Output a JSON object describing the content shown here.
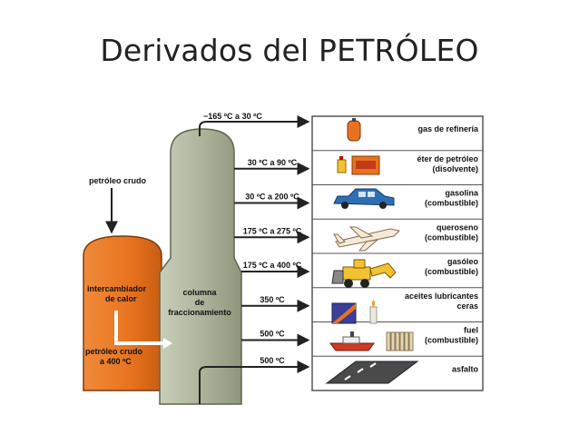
{
  "title": "Derivados del PETRÓLEO",
  "labels": {
    "crude_in": "petróleo crudo",
    "heat_exchanger": [
      "intercambiador",
      "de calor"
    ],
    "crude_out": [
      "petróleo crudo",
      "a 400 ºC"
    ],
    "column": [
      "columna",
      "de",
      "fraccionamiento"
    ]
  },
  "fractions": [
    {
      "temp": "−165 ºC a 30 ºC",
      "product": [
        "gas de refinería"
      ],
      "icon": "gas-cylinder-icon"
    },
    {
      "temp": "30 ºC a 90 ºC",
      "product": [
        "éter de petróleo",
        "(disolvente)"
      ],
      "icon": "solvent-cans-icon"
    },
    {
      "temp": "30 ºC a 200 ºC",
      "product": [
        "gasolina",
        "(combustible)"
      ],
      "icon": "car-icon"
    },
    {
      "temp": "175 ºC a 275 ºC",
      "product": [
        "queroseno",
        "(combustible)"
      ],
      "icon": "airplane-icon"
    },
    {
      "temp": "175 ºC a 400 ºC",
      "product": [
        "gasóleo",
        "(combustible)"
      ],
      "icon": "bulldozer-icon"
    },
    {
      "temp": "350 ºC",
      "product": [
        "aceites lubricantes",
        "ceras"
      ],
      "icon": "oil-can-candle-icon"
    },
    {
      "temp": "500 ºC",
      "product": [
        "fuel",
        "(combustible)"
      ],
      "icon": "ship-radiator-icon"
    },
    {
      "temp": "500 ºC",
      "product": [
        "asfalto"
      ],
      "icon": "road-icon"
    }
  ],
  "colors": {
    "column": "#aeb59c",
    "exchanger": "#e8731f",
    "frame": "#555555"
  }
}
